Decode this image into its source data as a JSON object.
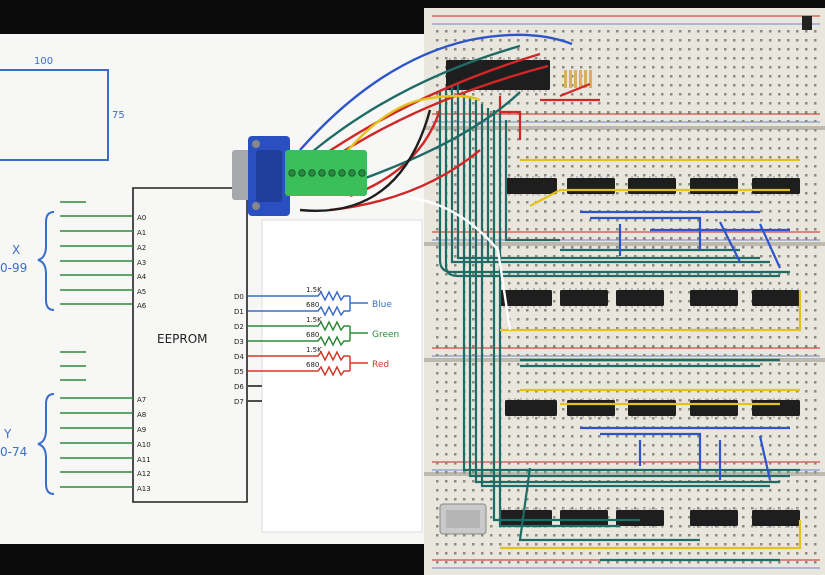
{
  "sketch": {
    "screen_width": "100",
    "screen_height": "75",
    "chip_label": "EEPROM",
    "x_label": "X",
    "x_range": "0-99",
    "y_label": "Y",
    "y_range": "0-74",
    "address_pins": [
      "A0",
      "A1",
      "A2",
      "A3",
      "A4",
      "A5",
      "A6",
      "A7",
      "A8",
      "A9",
      "A10",
      "A11",
      "A12",
      "A13"
    ],
    "data_pins": [
      "D0",
      "D1",
      "D2",
      "D3",
      "D4",
      "D5",
      "D6",
      "D7"
    ],
    "resistors": [
      "1.5K",
      "680",
      "1.5K",
      "680",
      "1.5K",
      "680"
    ],
    "outputs": [
      "Blue",
      "Green",
      "Red"
    ]
  },
  "colors": {
    "paper": "#f7f7f5",
    "ink_blue": "#3a6fc7",
    "ink_black": "#222222",
    "ink_green": "#2f8a3a",
    "ink_red": "#d23a2a",
    "breadboard": "#e9e6de",
    "wire_teal": "#1f6b66",
    "wire_blue": "#2d55c9",
    "wire_yellow": "#e3c21c",
    "wire_red": "#d02626",
    "chip_body": "#1e1e1e",
    "vga_blue": "#2a4fc0",
    "terminal_green": "#3bbf5a"
  }
}
